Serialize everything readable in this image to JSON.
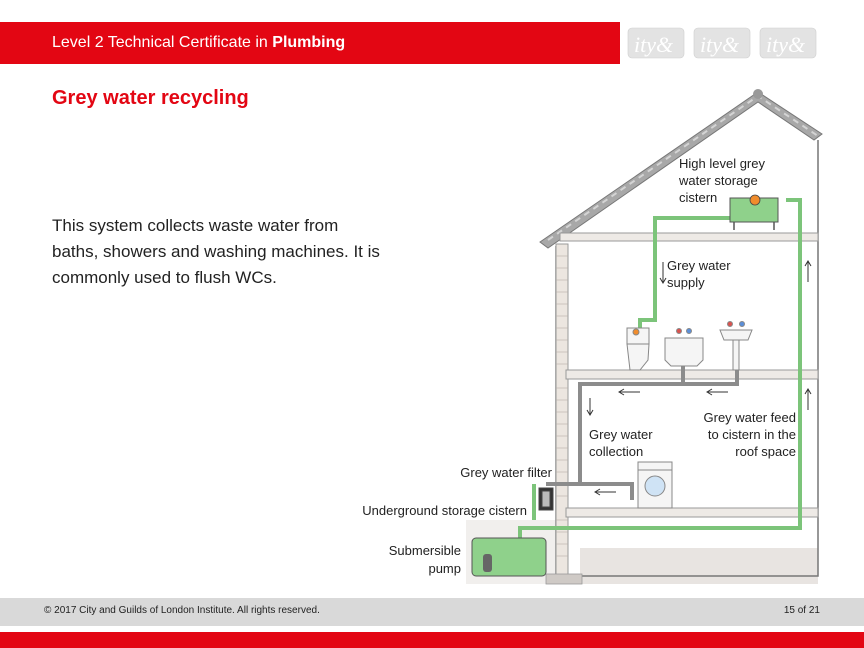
{
  "header": {
    "title_prefix": "Level 2 Technical Certificate in ",
    "title_bold": "Plumbing",
    "logo_text": "City&Guilds watermark"
  },
  "slide": {
    "title": "Grey water recycling",
    "body_line1": "This system collects waste water from",
    "body_line2": "baths, showers and washing machines. It is",
    "body_line3": "commonly used to flush WCs."
  },
  "diagram": {
    "labels": {
      "cistern_1": "High level grey",
      "cistern_2": "water storage",
      "cistern_3": "cistern",
      "supply_1": "Grey water",
      "supply_2": "supply",
      "feed_1": "Grey water feed",
      "feed_2": "to cistern in the",
      "feed_3": "roof space",
      "collection_1": "Grey water",
      "collection_2": "collection",
      "filter": "Grey water filter",
      "underground": "Underground storage cistern",
      "pump_1": "Submersible",
      "pump_2": "pump"
    },
    "colors": {
      "grey_pipe": "#8c8c8c",
      "green_pipe": "#7cc47a",
      "tank_fill": "#8fd18b",
      "roof": "#9a9a9a"
    }
  },
  "footer": {
    "copyright": "© 2017 City and Guilds of London Institute. All rights reserved.",
    "page": "15 of 21"
  }
}
